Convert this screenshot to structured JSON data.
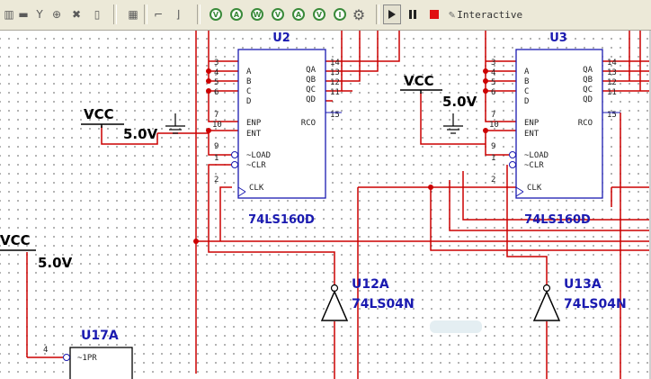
{
  "toolbar": {
    "sim_mode_label": "Interactive",
    "probe_letters": [
      "V",
      "A",
      "W",
      "V",
      "A",
      "V",
      "I"
    ]
  },
  "schematic": {
    "chips": [
      {
        "ref": "U2",
        "type": "74LS160D",
        "left_pins": [
          "A",
          "B",
          "C",
          "D",
          "ENP",
          "ENT",
          "~LOAD",
          "~CLR",
          "CLK"
        ],
        "right_pins": [
          "QA",
          "QB",
          "QC",
          "QD",
          "RCO"
        ],
        "left_nums": [
          "3",
          "4",
          "5",
          "6",
          "7",
          "10",
          "9",
          "1",
          "2"
        ],
        "right_nums": [
          "14",
          "13",
          "12",
          "11",
          "15"
        ]
      },
      {
        "ref": "U3",
        "type": "74LS160D",
        "left_pins": [
          "A",
          "B",
          "C",
          "D",
          "ENP",
          "ENT",
          "~LOAD",
          "~CLR",
          "CLK"
        ],
        "right_pins": [
          "QA",
          "QB",
          "QC",
          "QD",
          "RCO"
        ],
        "left_nums": [
          "3",
          "4",
          "5",
          "6",
          "7",
          "10",
          "9",
          "1",
          "2"
        ],
        "right_nums": [
          "14",
          "13",
          "12",
          "11",
          "15"
        ]
      }
    ],
    "inverters": [
      {
        "ref": "U12A",
        "type": "74LS04N"
      },
      {
        "ref": "U13A",
        "type": "74LS04N"
      }
    ],
    "sources": [
      {
        "label": "VCC",
        "value": "5.0V"
      },
      {
        "label": "VCC",
        "value": "5.0V"
      },
      {
        "label": "VCC",
        "value": "5.0V"
      }
    ],
    "partial": {
      "ref": "U17A",
      "pin_label": "~1PR",
      "pin_num": "4"
    }
  },
  "colors": {
    "wire": "#cc0000",
    "chip_text": "#1a1ab0",
    "component": "#000000"
  }
}
